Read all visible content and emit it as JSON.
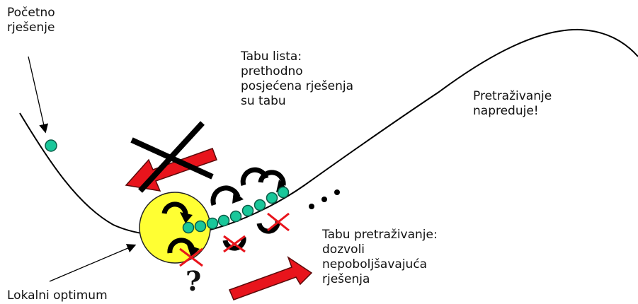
{
  "labels": {
    "start_line1": "Početno",
    "start_line2": "rješenje",
    "tabu_list_line1": "Tabu lista:",
    "tabu_list_line2": "prethodno",
    "tabu_list_line3": "posjećena rješenja",
    "tabu_list_line4": "su tabu",
    "progress_line1": "Pretraživanje",
    "progress_line2": "napreduje!",
    "tabu_search_line1": "Tabu pretraživanje:",
    "tabu_search_line2": "dozvoli",
    "tabu_search_line3": "nepoboljšavajuća",
    "tabu_search_line4": "rješenja",
    "local_optimum": "Lokalni optimum",
    "question_mark": "?"
  },
  "colors": {
    "curve": "#000000",
    "node_fill": "#19c79a",
    "node_stroke": "#0b5b46",
    "optimum_fill": "#ffff33",
    "arrow_red": "#e8141c",
    "cross_red": "#e8141c"
  },
  "icons": {
    "rotation": "circular-arrow-icon",
    "forbidden": "x-cross-icon",
    "direction": "thick-arrow-icon",
    "continuation": "ellipsis-dots"
  }
}
